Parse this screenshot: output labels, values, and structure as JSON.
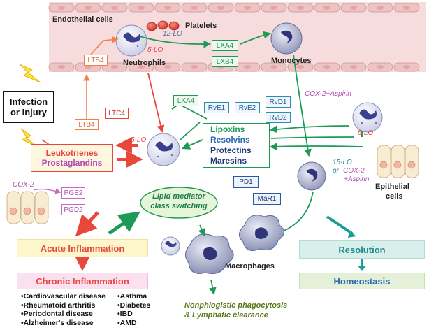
{
  "vessel": {
    "endothelial_label": "Endothelial cells",
    "platelets_label": "Platelets",
    "neutrophils_label": "Neutrophils",
    "monocytes_label": "Monocytes",
    "enzyme_12lo": "12-LO",
    "enzyme_5lo": "5-LO",
    "lxa4": "LXA4",
    "lxb4": "LXB4",
    "ltb4": "LTB4"
  },
  "trigger": {
    "line1": "Infection",
    "line2": "or Injury"
  },
  "left_mediators": {
    "ltb4": "LTB4",
    "ltc4": "LTC4",
    "leukotrienes": "Leukotrienes",
    "prostaglandins": "Prostaglandins",
    "enzyme_5lo": "5-LO",
    "cox2": "COX-2",
    "pge2": "PGE2",
    "pgd2": "PGD2"
  },
  "resolvers": {
    "lxa4": "LXA4",
    "rve1": "RvE1",
    "rve2": "RvE2",
    "rvd1": "RvD1",
    "rvd2": "RvD2",
    "spm_lines": [
      "Lipoxins",
      "Resolvins",
      "Protectins",
      "Maresins"
    ],
    "pd1": "PD1",
    "mar1": "MaR1"
  },
  "right_side": {
    "cox2_aspirin": "COX-2+Aspirin",
    "enzyme_5lo": "5-LO",
    "lo15_line1": "15-LO",
    "lo15_or": "or",
    "lo15_cox2": "COX-2",
    "lo15_aspirin": "+Aspirin",
    "epithelial_line1": "Epithelial",
    "epithelial_line2": "cells"
  },
  "center": {
    "switching_line1": "Lipid mediator",
    "switching_line2": "class switching",
    "macrophages": "Macrophages",
    "phago_line1": "Nonphlogistic phagocytosis",
    "phago_line2": "& Lymphatic clearance"
  },
  "outcomes": {
    "acute": "Acute Inflammation",
    "chronic": "Chronic Inflammation",
    "resolution": "Resolution",
    "homeostasis": "Homeostasis"
  },
  "diseases": {
    "col1": [
      "•Cardiovascular disease",
      "•Rheumatoid arthritis",
      "•Periodontal disease",
      "•Alzheimer's disease"
    ],
    "col2": [
      "•Asthma",
      "•Diabetes",
      "•IBD",
      "•AMD"
    ]
  },
  "colors": {
    "red": "#e8473b",
    "green": "#1e9a57",
    "teal": "#1a9e9a",
    "purple": "#b04ab0",
    "navy": "#1f3a7a",
    "vessel": "#efc7c7",
    "acute_bg": "#fdf6cc",
    "chronic_bg": "#fbe0ef",
    "resolution_bg": "#d9efec",
    "homeostasis_bg": "#e4f1d8"
  }
}
